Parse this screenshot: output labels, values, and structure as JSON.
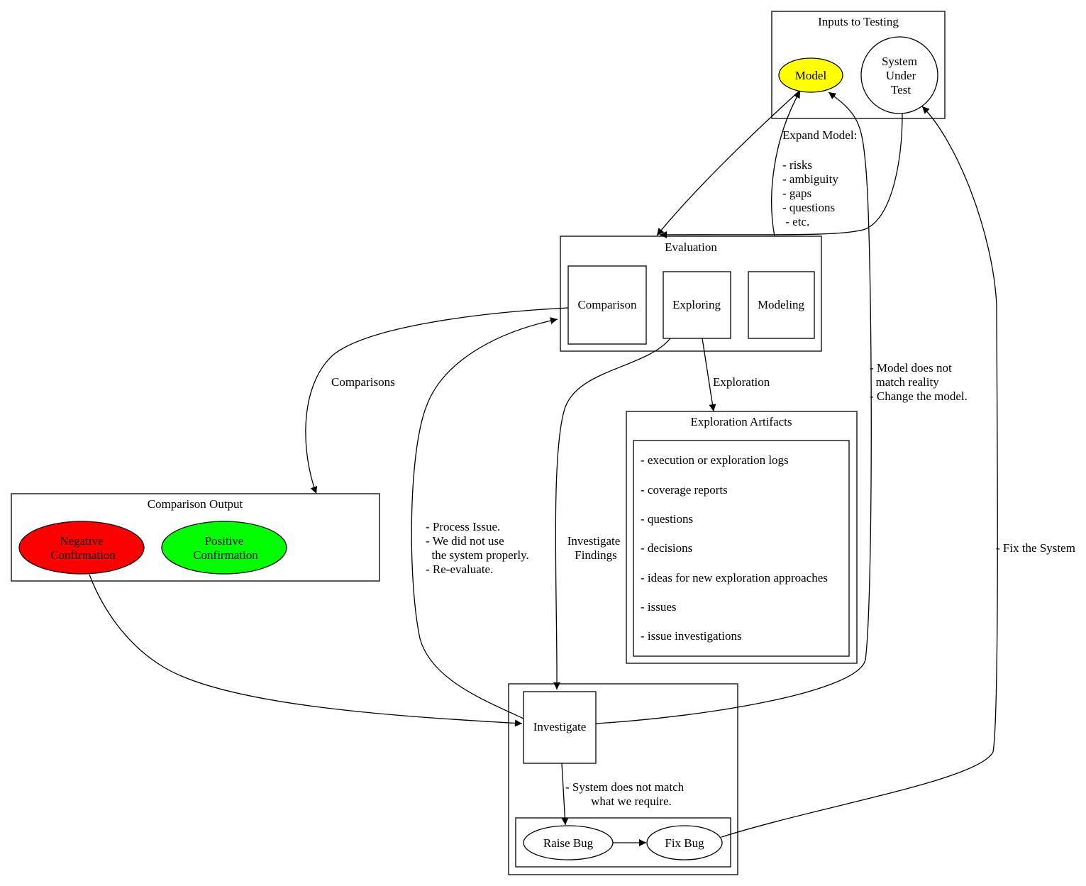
{
  "clusters": {
    "inputs": "Inputs to Testing",
    "evaluation": "Evaluation",
    "artifacts": "Exploration Artifacts",
    "comparison_output": "Comparison Output"
  },
  "nodes": {
    "model": "Model",
    "sut": [
      "System",
      "Under",
      "Test"
    ],
    "comparison": "Comparison",
    "exploring": "Exploring",
    "modeling": "Modeling",
    "negative": [
      "Negative",
      "Confirmation"
    ],
    "positive": [
      "Positive",
      "Confirmation"
    ],
    "investigate": "Investigate",
    "raise_bug": "Raise Bug",
    "fix_bug": "Fix Bug"
  },
  "artifacts_list": [
    "- execution or exploration logs",
    "- coverage reports",
    "- questions",
    "- decisions",
    "- ideas for new exploration approaches",
    "- issues",
    "- issue investigations"
  ],
  "edge_labels": {
    "expand_model": [
      "Expand Model:",
      "",
      "- risks",
      "- ambiguity",
      "- gaps",
      "- questions",
      " - etc."
    ],
    "comparisons": "Comparisons",
    "exploration": "Exploration",
    "model_mismatch": [
      "- Model does not",
      "  match reality",
      "- Change the model."
    ],
    "process_issue": [
      "- Process Issue.",
      "- We did not use",
      "  the system properly.",
      "- Re-evaluate."
    ],
    "investigate_findings": [
      "Investigate",
      "Findings"
    ],
    "fix_system": "- Fix the System",
    "system_mismatch": [
      "- System does not match",
      "what we require."
    ]
  },
  "colors": {
    "model_fill": "#ffff00",
    "negative_fill": "#ff0000",
    "positive_fill": "#00ff00",
    "stroke": "#000000"
  }
}
